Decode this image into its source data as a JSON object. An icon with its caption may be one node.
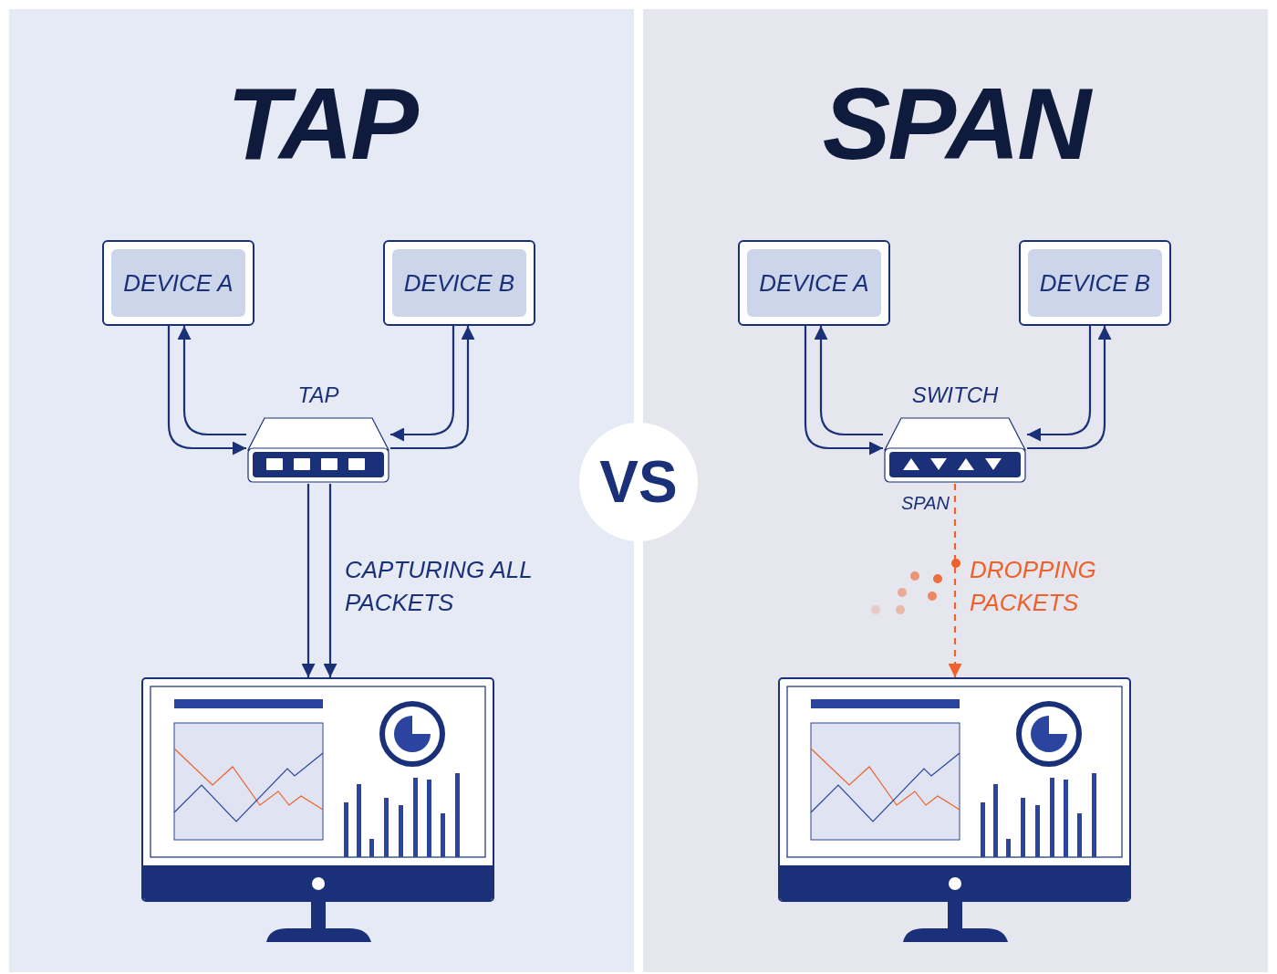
{
  "diagram": {
    "nodes": [
      {
        "text": [
          "TAP"
        ]
      },
      {
        "text": [
          "SPAN"
        ]
      },
      {
        "text": [
          "VS"
        ]
      },
      {
        "text": [
          "DEVICE A"
        ],
        "in": 0
      },
      {
        "text": [
          "DEVICE B"
        ],
        "in": 0
      },
      {
        "text": [
          "TAP"
        ],
        "in": 0
      },
      {
        "text": [],
        "shape": "picture",
        "in": 0
      },
      {
        "text": [
          "DEVICE A"
        ],
        "in": 1
      },
      {
        "text": [
          "DEVICE B"
        ],
        "in": 1
      },
      {
        "text": [
          "SWITCH"
        ],
        "beside": [
          "SPAN"
        ],
        "in": 1
      },
      {
        "text": [],
        "shape": "picture",
        "in": 1
      }
    ],
    "edges": [
      {
        "from": 3,
        "to": 5,
        "arrow": "to"
      },
      {
        "from": 5,
        "to": 3,
        "arrow": "to"
      },
      {
        "from": 4,
        "to": 5,
        "arrow": "to"
      },
      {
        "from": 5,
        "to": 4,
        "arrow": "to"
      },
      {
        "from": 5,
        "to": 6,
        "arrow": "to"
      },
      {
        "from": 5,
        "to": 6,
        "arrow": "to"
      },
      {
        "from": 7,
        "to": 9,
        "arrow": "to"
      },
      {
        "from": 9,
        "to": 7,
        "arrow": "to"
      },
      {
        "from": 8,
        "to": 9,
        "arrow": "to"
      },
      {
        "from": 9,
        "to": 8,
        "arrow": "to"
      },
      {
        "from": 9,
        "to": 10,
        "arrow": "to",
        "style": "dashed",
        "color": "#f0602a"
      }
    ],
    "labels": [
      "CAPTURING ALL PACKETS",
      "DROPPING PACKETS"
    ]
  }
}
